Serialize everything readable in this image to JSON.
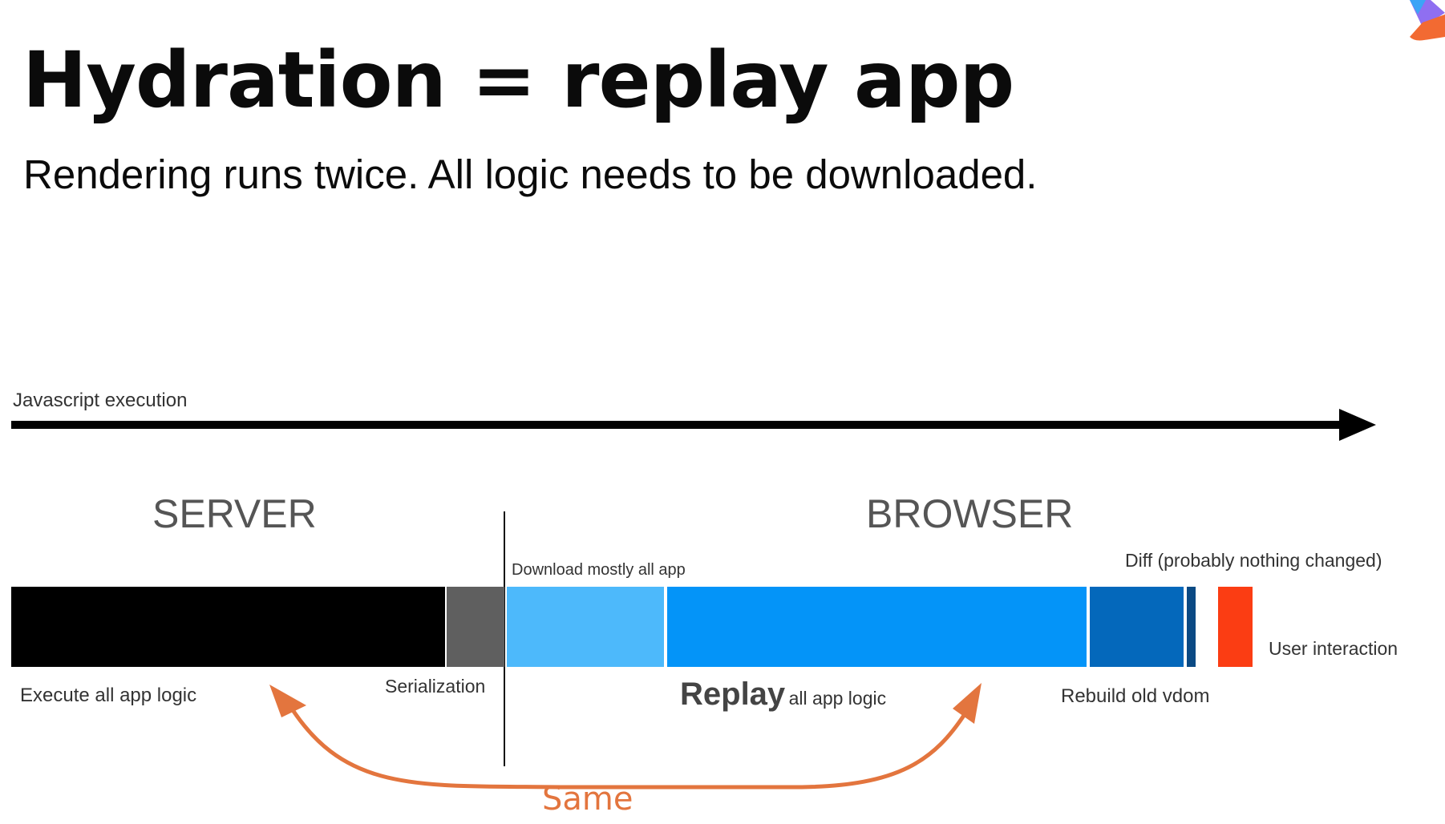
{
  "slide": {
    "title": "Hydration = replay app",
    "subtitle": "Rendering runs twice. All logic needs to be downloaded."
  },
  "timeline": {
    "axis_label": "Javascript execution"
  },
  "sections": {
    "server": "SERVER",
    "browser": "BROWSER"
  },
  "labels": {
    "execute": "Execute all app logic",
    "serialization": "Serialization",
    "download": "Download mostly all app",
    "replay_main": "Replay",
    "replay_sub": "all app logic",
    "rebuild": "Rebuild old vdom",
    "diff": "Diff (probably nothing changed)",
    "user_interaction": "User interaction",
    "same": "Same"
  },
  "colors": {
    "execute": "#000000",
    "serialization": "#5f5f5f",
    "download": "#4db9fb",
    "replay": "#0494f8",
    "rebuild": "#0468bb",
    "diff": "#0b4a84",
    "user_interaction": "#fb3d13",
    "same_arrow": "#e3753e",
    "logo_purple": "#8f6ff1",
    "logo_orange": "#f26a32"
  }
}
